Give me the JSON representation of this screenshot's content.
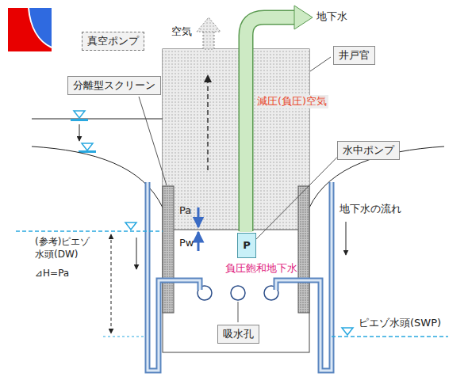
{
  "diagram": {
    "nodes": [
      {
        "text": [
          "真空ポンプ"
        ]
      },
      {
        "text": [
          "井戸官"
        ]
      },
      {
        "text": [
          "分離型スクリーン"
        ]
      },
      {
        "text": [
          "水中ポンプ"
        ]
      },
      {
        "text": [
          "P"
        ]
      },
      {
        "text": [
          "吸水孔"
        ]
      }
    ],
    "edges": [
      {
        "from": 3,
        "to": 4,
        "arrow": "none"
      }
    ],
    "labels": [
      "空気",
      "地下水",
      "減圧(負圧)空気",
      "Pa",
      "Pw",
      "地下水の流れ",
      "負圧飽和地下水",
      "(参考)ピエゾ 水頭(DW)",
      "⊿H=Pa",
      "ピエゾ水頭(SWP)"
    ]
  }
}
